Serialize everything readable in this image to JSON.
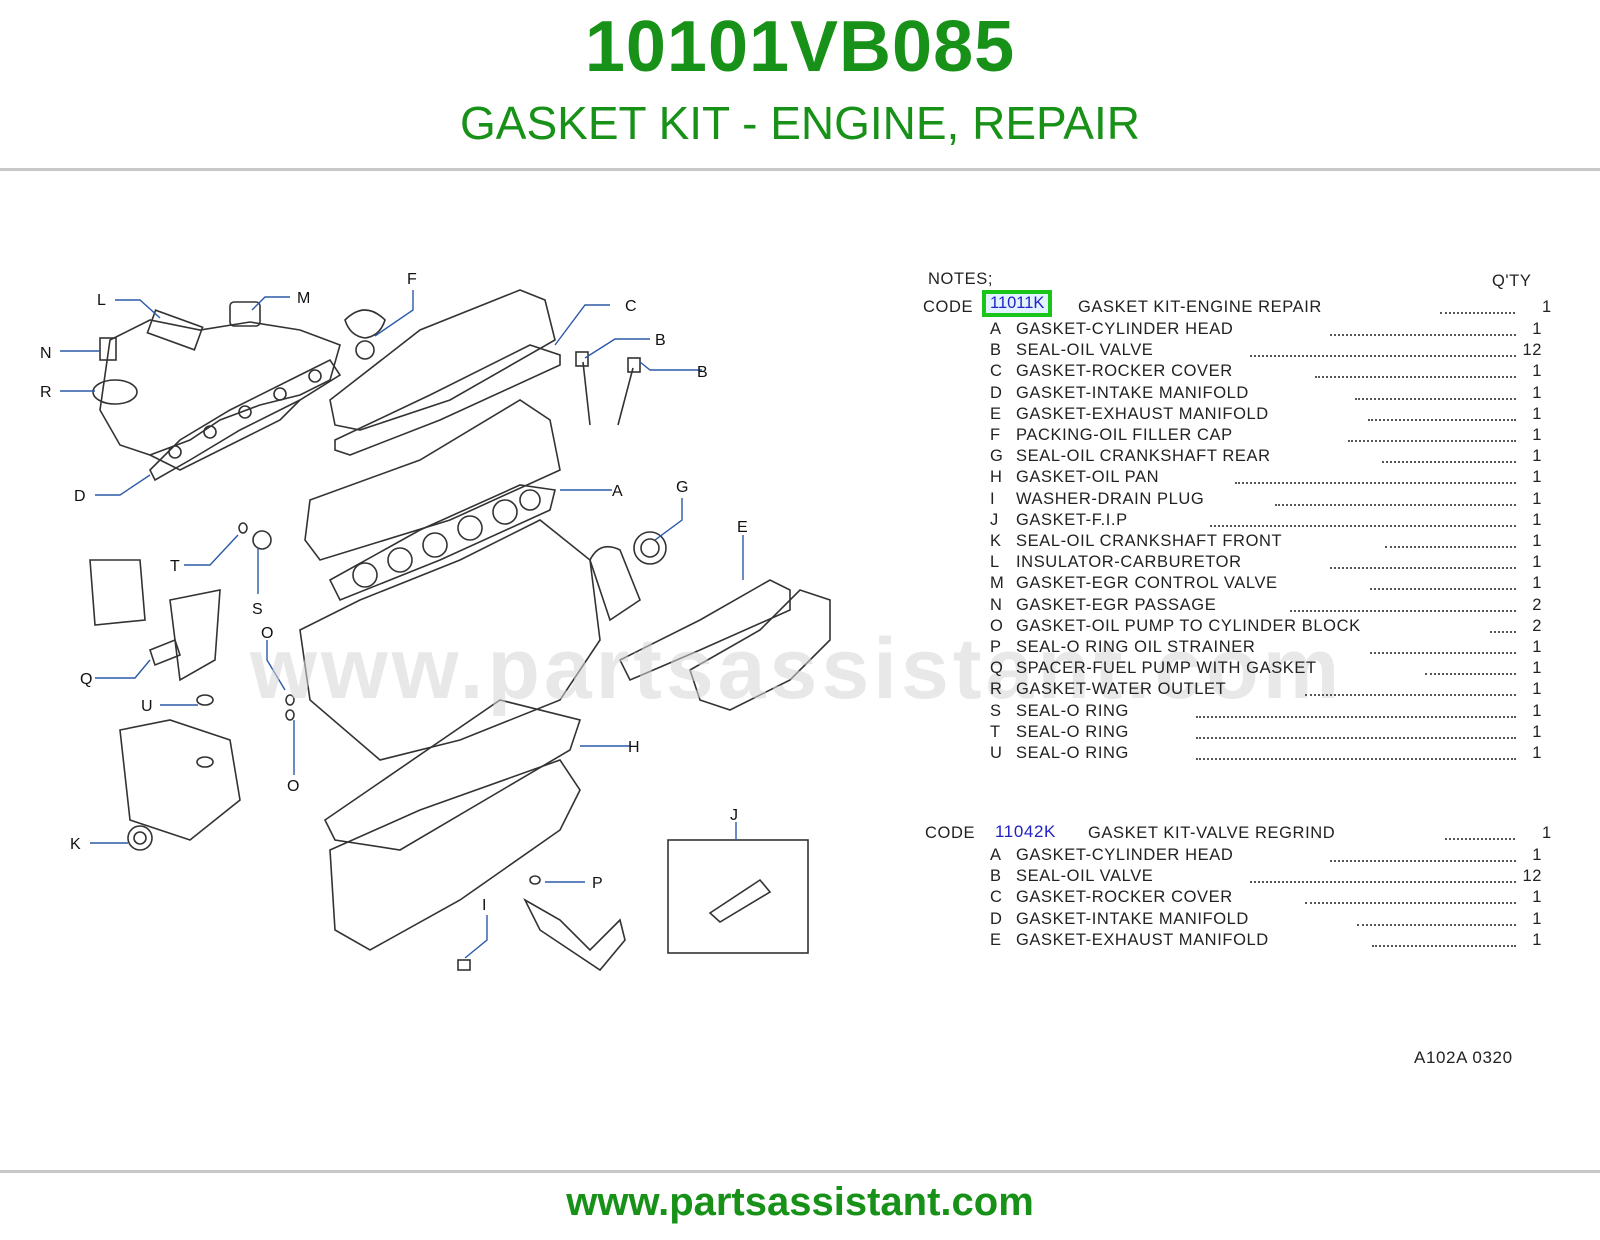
{
  "header": {
    "part_number": "10101VB085",
    "description": "GASKET KIT - ENGINE, REPAIR"
  },
  "footer": {
    "website": "www.partsassistant.com"
  },
  "watermark": "www.partsassistant.com",
  "colors": {
    "brand_green": "#179117",
    "link_blue": "#2222c8",
    "highlight_border": "#19c519"
  },
  "diagram": {
    "callouts": [
      "L",
      "M",
      "F",
      "C",
      "N",
      "B",
      "B",
      "R",
      "A",
      "G",
      "D",
      "E",
      "T",
      "S",
      "O",
      "Q",
      "U",
      "H",
      "O",
      "K",
      "J",
      "P",
      "I"
    ]
  },
  "parts": {
    "notes_label": "NOTES;",
    "qty_label": "Q'TY",
    "code_label": "CODE",
    "kit1": {
      "code": "11011K",
      "name": "GASKET KIT-ENGINE REPAIR",
      "qty": "1",
      "items": [
        {
          "letter": "A",
          "name": "GASKET-CYLINDER HEAD",
          "qty": "1"
        },
        {
          "letter": "B",
          "name": "SEAL-OIL VALVE",
          "qty": "12"
        },
        {
          "letter": "C",
          "name": "GASKET-ROCKER COVER",
          "qty": "1"
        },
        {
          "letter": "D",
          "name": "GASKET-INTAKE MANIFOLD",
          "qty": "1"
        },
        {
          "letter": "E",
          "name": "GASKET-EXHAUST MANIFOLD",
          "qty": "1"
        },
        {
          "letter": "F",
          "name": "PACKING-OIL FILLER CAP",
          "qty": "1"
        },
        {
          "letter": "G",
          "name": "SEAL-OIL CRANKSHAFT REAR",
          "qty": "1"
        },
        {
          "letter": "H",
          "name": "GASKET-OIL PAN",
          "qty": "1"
        },
        {
          "letter": "I",
          "name": "WASHER-DRAIN PLUG",
          "qty": "1"
        },
        {
          "letter": "J",
          "name": "GASKET-F.I.P",
          "qty": "1"
        },
        {
          "letter": "K",
          "name": "SEAL-OIL CRANKSHAFT FRONT",
          "qty": "1"
        },
        {
          "letter": "L",
          "name": "INSULATOR-CARBURETOR",
          "qty": "1"
        },
        {
          "letter": "M",
          "name": "GASKET-EGR CONTROL VALVE",
          "qty": "1"
        },
        {
          "letter": "N",
          "name": "GASKET-EGR PASSAGE",
          "qty": "2"
        },
        {
          "letter": "O",
          "name": "GASKET-OIL PUMP TO CYLINDER BLOCK",
          "qty": "2"
        },
        {
          "letter": "P",
          "name": "SEAL-O RING OIL STRAINER",
          "qty": "1"
        },
        {
          "letter": "Q",
          "name": "SPACER-FUEL PUMP WITH GASKET",
          "qty": "1"
        },
        {
          "letter": "R",
          "name": "GASKET-WATER OUTLET",
          "qty": "1"
        },
        {
          "letter": "S",
          "name": "SEAL-O RING",
          "qty": "1"
        },
        {
          "letter": "T",
          "name": "SEAL-O RING",
          "qty": "1"
        },
        {
          "letter": "U",
          "name": "SEAL-O RING",
          "qty": "1"
        }
      ]
    },
    "kit2": {
      "code": "11042K",
      "name": "GASKET KIT-VALVE REGRIND",
      "qty": "1",
      "items": [
        {
          "letter": "A",
          "name": "GASKET-CYLINDER HEAD",
          "qty": "1"
        },
        {
          "letter": "B",
          "name": "SEAL-OIL VALVE",
          "qty": "12"
        },
        {
          "letter": "C",
          "name": "GASKET-ROCKER COVER",
          "qty": "1"
        },
        {
          "letter": "D",
          "name": "GASKET-INTAKE MANIFOLD",
          "qty": "1"
        },
        {
          "letter": "E",
          "name": "GASKET-EXHAUST MANIFOLD",
          "qty": "1"
        }
      ]
    },
    "reference": "A102A 0320"
  }
}
